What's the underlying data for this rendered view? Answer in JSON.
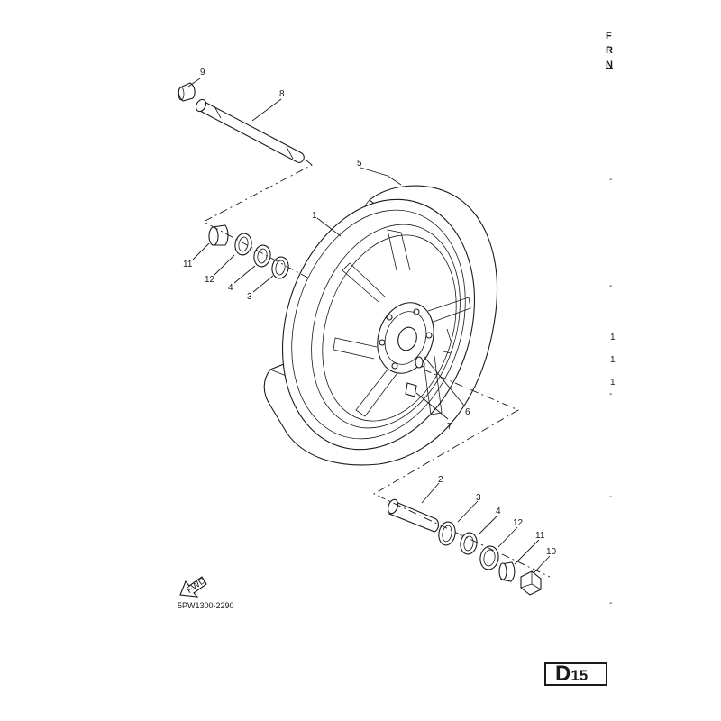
{
  "header": {
    "lines": [
      "F",
      "R",
      "N"
    ]
  },
  "callouts": {
    "c9": "9",
    "c8": "8",
    "c5": "5",
    "c1": "1",
    "c11a": "11",
    "c12a": "12",
    "c4a": "4",
    "c3a": "3",
    "c6": "6",
    "c7": "7",
    "c2": "2",
    "c3b": "3",
    "c4b": "4",
    "c12b": "12",
    "c11b": "11",
    "c10": "10"
  },
  "fwd_label": "FWD",
  "diagram_code": "5PW1300-2290",
  "page_ref": {
    "letter": "D",
    "number": "15"
  },
  "right_margin": {
    "dashes": [
      "-",
      "-",
      "-",
      "-",
      "-"
    ],
    "numbers": [
      "1",
      "1",
      "1"
    ]
  }
}
